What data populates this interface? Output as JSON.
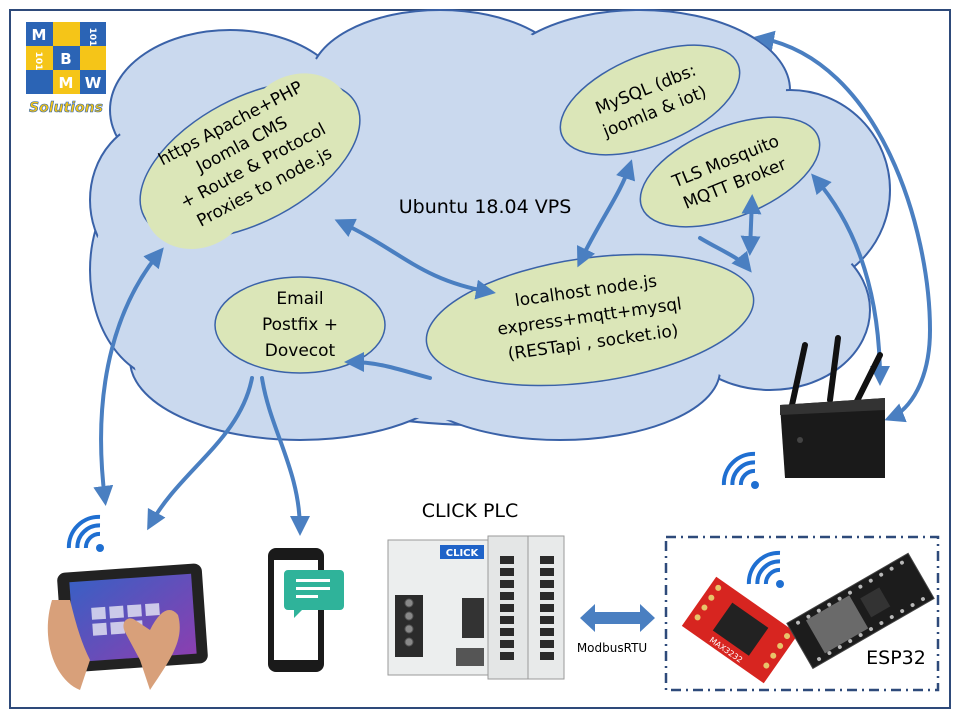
{
  "logo": {
    "letters": [
      "M",
      "B",
      "M",
      "W"
    ],
    "bits_a": "101",
    "bits_b": "101",
    "tagline": "Solutions",
    "colors": {
      "tile_a": "#2b64b5",
      "tile_b": "#f5c518",
      "text": "#ffffff"
    }
  },
  "cloud": {
    "label": "Ubuntu 18.04 VPS",
    "colors": {
      "fill": "#cad9ee",
      "stroke": "#3a62a8"
    }
  },
  "services": {
    "web": {
      "lines": [
        "https Apache+PHP",
        "Joomla CMS",
        "+ Route & Protocol",
        "Proxies to node.js"
      ]
    },
    "mysql": {
      "lines": [
        "MySQL (dbs:",
        "joomla & iot)"
      ]
    },
    "mqtt": {
      "lines": [
        "TLS Mosquito",
        "MQTT Broker"
      ]
    },
    "email": {
      "lines": [
        "Email",
        "Postfix +",
        "Dovecot"
      ]
    },
    "node": {
      "lines": [
        "localhost node.js",
        "express+mqtt+mysql",
        "(RESTapi , socket.io)"
      ]
    },
    "colors": {
      "fill": "#dbe6b8",
      "stroke": "#3a62a8"
    }
  },
  "devices": {
    "plc_label": "CLICK PLC",
    "modbus_label": "ModbusRTU",
    "esp32_label": "ESP32",
    "chip_text": "MAX3232",
    "plc_brand": "CLICK"
  },
  "arrow_color": "#4a7fc1",
  "icons": [
    "wifi-icon",
    "router-icon",
    "tablet-icon",
    "phone-icon",
    "message-icon"
  ]
}
